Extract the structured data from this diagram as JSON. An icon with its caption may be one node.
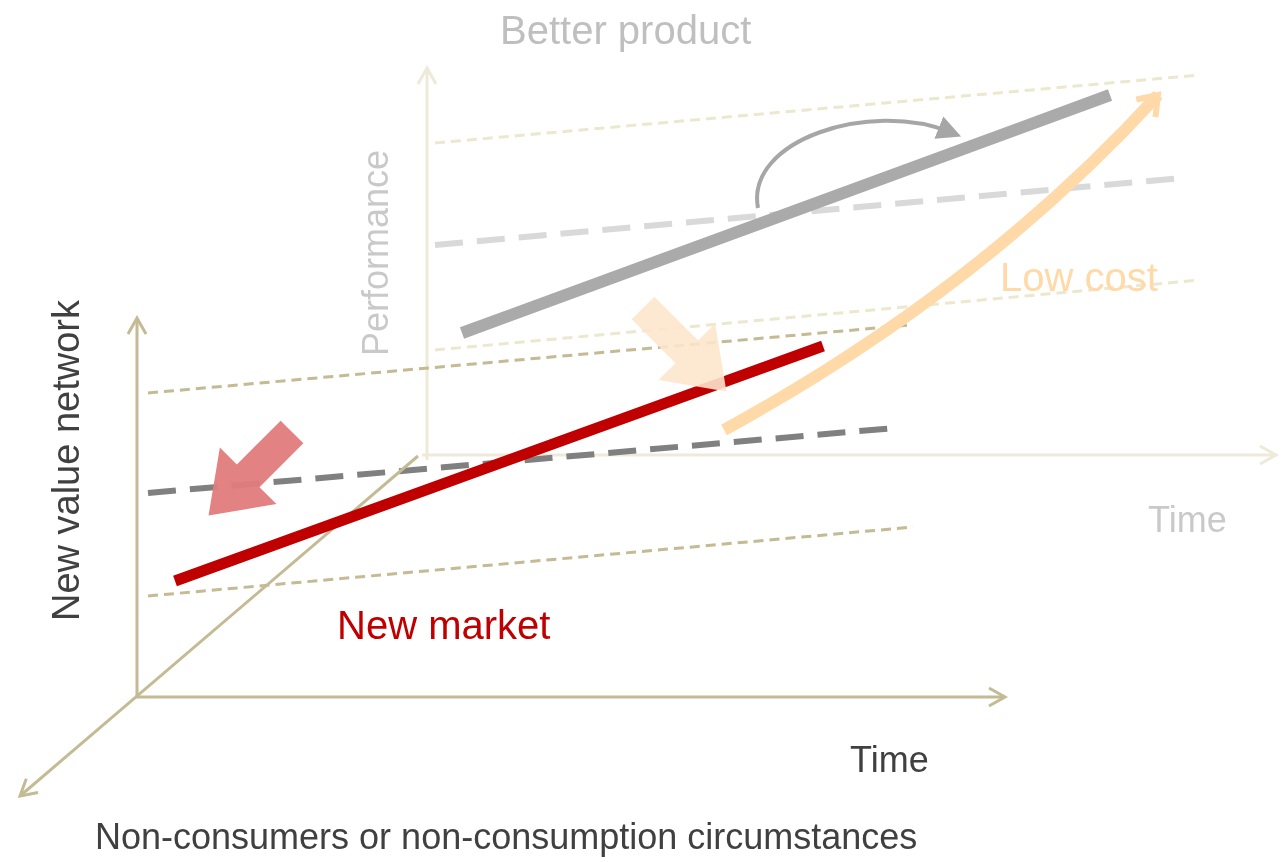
{
  "diagram": {
    "labels": [
      "Better product",
      "Performance",
      "Low cost",
      "Time",
      "New value network",
      "New market",
      "Time",
      "Non-consumers or non-consumption circumstances"
    ]
  }
}
